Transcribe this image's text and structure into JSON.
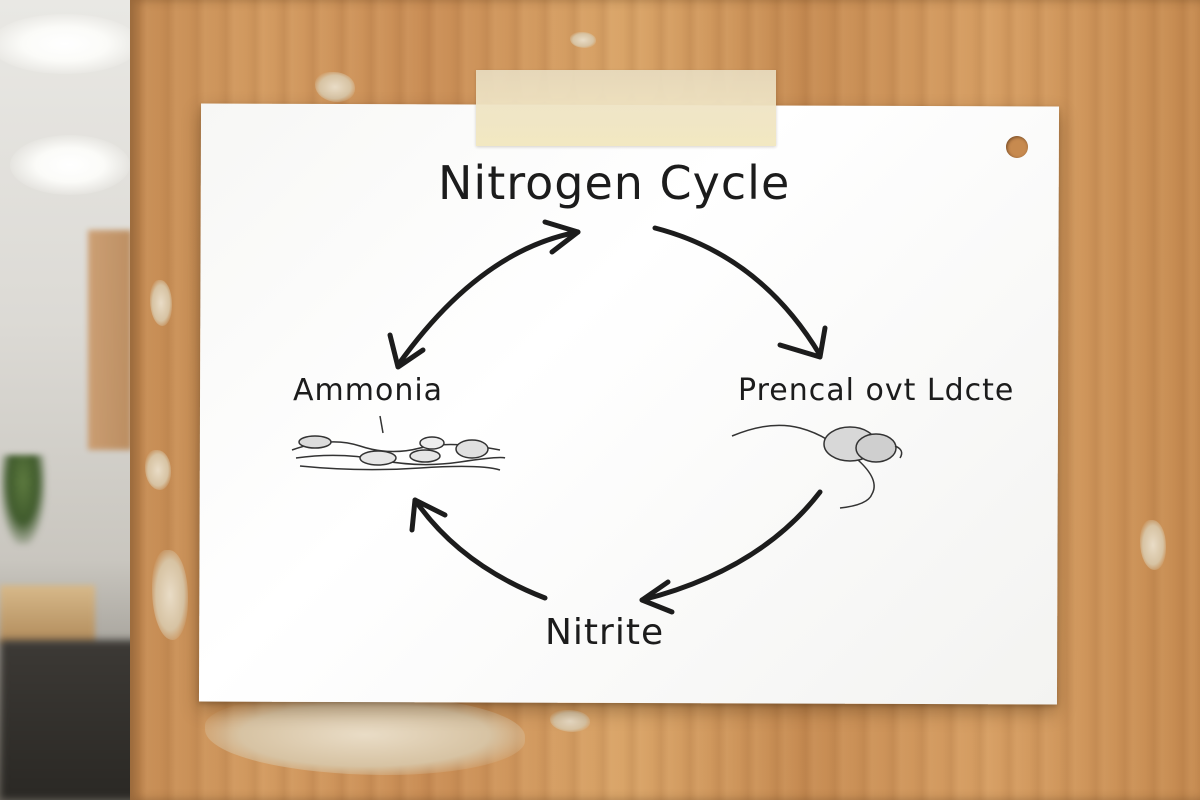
{
  "diagram": {
    "title": "Nitrogen Cycle",
    "nodes": {
      "ammonia": "Ammonia",
      "process": "Prencal ovt Ldcte",
      "nitrite": "Nitrite"
    }
  },
  "colors": {
    "ink": "#1c1c1c",
    "paper": "#ffffff",
    "wood": "#c98d55",
    "tape": "#efe4c4"
  }
}
